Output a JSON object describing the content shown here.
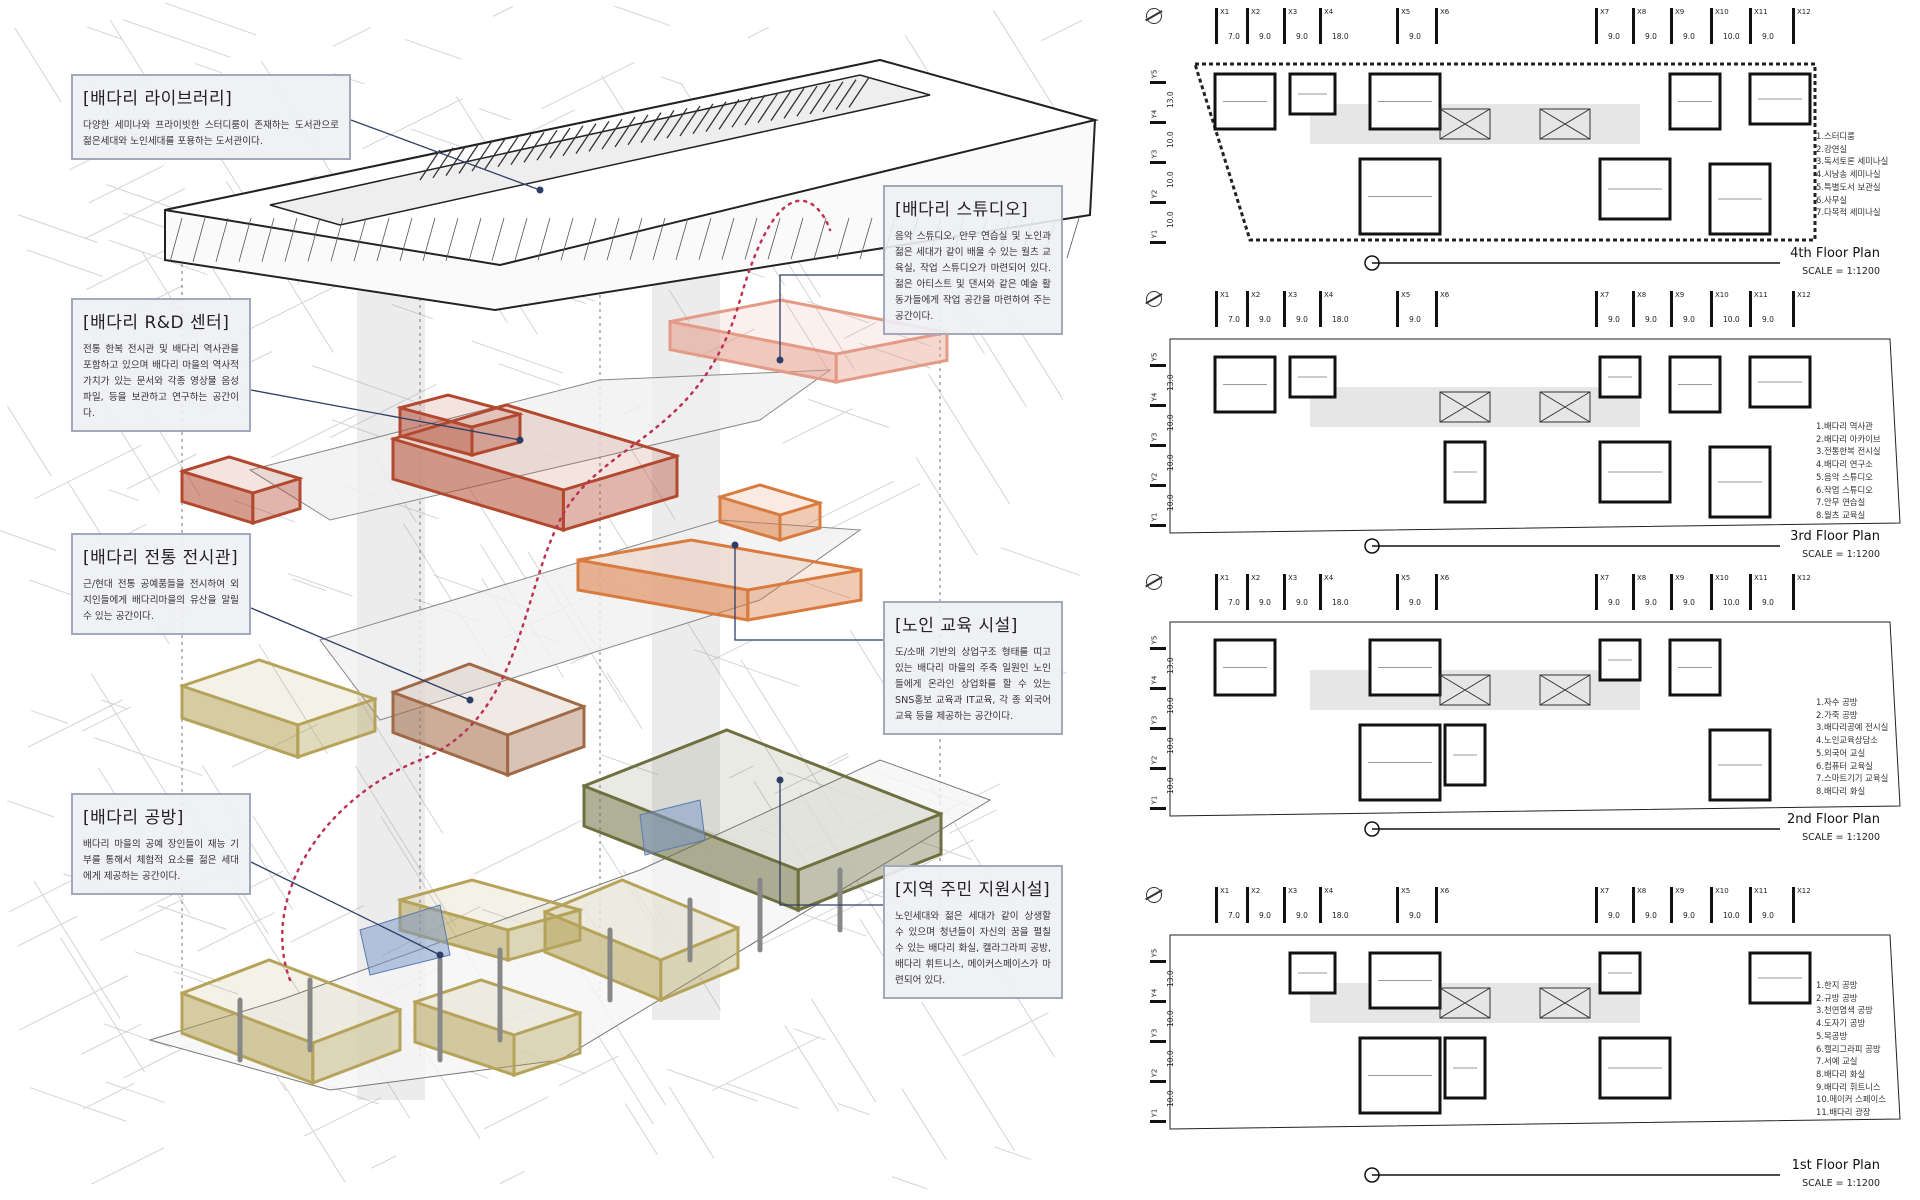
{
  "axonometric": {
    "labels": [
      {
        "id": "library",
        "title": "[배다리 라이브러리]",
        "body": "다양한 세미나와 프라이빗한 스터디룸이 존재하는 도서관으로 젊은세대와 노인세대를 포용하는 도서관이다."
      },
      {
        "id": "rnd",
        "title": "[배다리 R&D 센터]",
        "body": "전통 한복 전시관 및 배다리 역사관을 포함하고 있으며 배다리 마을의 역사적 가치가 있는 문서와 각종 영상물 음성 파일, 등을 보관하고 연구하는 공간이다."
      },
      {
        "id": "studio",
        "title": "[배다리 스튜디오]",
        "body": "음악 스튜디오, 안무 연습실 및 노인과 젊은 세대가 같이 배울 수 있는 월츠 교육실, 작업 스튜디오가 마련되어 있다. 젊은 아티스트 및 댄서와 같은 예술 활동가들에게 작업 공간을 마련하여 주는 공간이다."
      },
      {
        "id": "exhibition",
        "title": "[배다리 전통 전시관]",
        "body": "근/현대 전통 공예품들을 전시하여 외지인들에게 배다리마을의 유산을 알릴 수 있는 공간이다."
      },
      {
        "id": "senior_edu",
        "title": "[노인 교육 시설]",
        "body": "도/소매 기반의 상업구조 형태를 띠고 있는 배다리 마을의 주축 일원인 노인들에게 온라인 상업화를 할 수 있는 SNS홍보 교육과 IT교육, 각 종 외국어 교육 등을 제공하는 공간이다."
      },
      {
        "id": "workshop",
        "title": "[배다리 공방]",
        "body": "배다리 마을의 공예 장인들이 재능 기부를 통해서 체험적 요소를 젊은 세대에게 제공하는 공간이다."
      },
      {
        "id": "community",
        "title": "[지역 주민 지원시설]",
        "body": "노인세대와 젊은 세대가 같이 상생할 수 있으며 청년들이 자신의 꿈을 펼칠 수 있는 배다리 화실, 캘라그라피 공방, 배다리 휘트니스, 메이커스페이스가 마련되어 있다."
      }
    ],
    "colors": {
      "rnd": "#b2492f",
      "studio": "#e39a86",
      "exhibition": "#a06a47",
      "senior": "#d97a3e",
      "tan": "#b5a35a",
      "olive": "#6e7040",
      "leader": "#2e3f66"
    }
  },
  "grid": {
    "x_axes": [
      "X1",
      "X2",
      "X3",
      "X4",
      "X5",
      "X6",
      "X7",
      "X8",
      "X9",
      "X10",
      "X11",
      "X12"
    ],
    "x_dims": [
      "7.0",
      "9.0",
      "9.0",
      "18.0",
      "9.0",
      "",
      "9.0",
      "9.0",
      "9.0",
      "10.0",
      "9.0",
      ""
    ],
    "y_axes": [
      "Y5",
      "Y4",
      "Y3",
      "Y2",
      "Y1"
    ],
    "y_dims": [
      "13.0",
      "10.0",
      "10.0",
      "10.0"
    ]
  },
  "plans": [
    {
      "title": "4th Floor Plan",
      "scale": "SCALE = 1:1200",
      "legend": [
        "1.스터디룸",
        "2.강연실",
        "3.독서토론 세미나실",
        "4.시낭송 세미나실",
        "5.특별도서 보관실",
        "6.사무실",
        "7.다목적 세미나실"
      ]
    },
    {
      "title": "3rd Floor Plan",
      "scale": "SCALE = 1:1200",
      "legend": [
        "1.배다리 역사관",
        "2.배다리 아카이브",
        "3.전통한복 전시실",
        "4.배다리 연구소",
        "5.음악 스튜디오",
        "6.작업 스튜디오",
        "7.안무 연습실",
        "8.월츠 교육실"
      ]
    },
    {
      "title": "2nd Floor Plan",
      "scale": "SCALE = 1:1200",
      "legend": [
        "1.자수 공방",
        "2.가죽 공방",
        "3.배다리공예 전시실",
        "4.노인교육상담소",
        "5.외국어 교실",
        "6.컴퓨터 교육실",
        "7.스마트기기 교육실",
        "8.배다리 화실"
      ]
    },
    {
      "title": "1st Floor Plan",
      "scale": "SCALE = 1:1200",
      "legend": [
        "1.한지 공방",
        "2.규방 공방",
        "3.천연염색 공방",
        "4.도자기 공방",
        "5.목공방",
        "6.캘리그라피 공방",
        "7.서예 교실",
        "8.배다리 화실",
        "9.배다리 휘트니스",
        "10.메이커 스페이스",
        "11.배다리 광장"
      ]
    }
  ]
}
